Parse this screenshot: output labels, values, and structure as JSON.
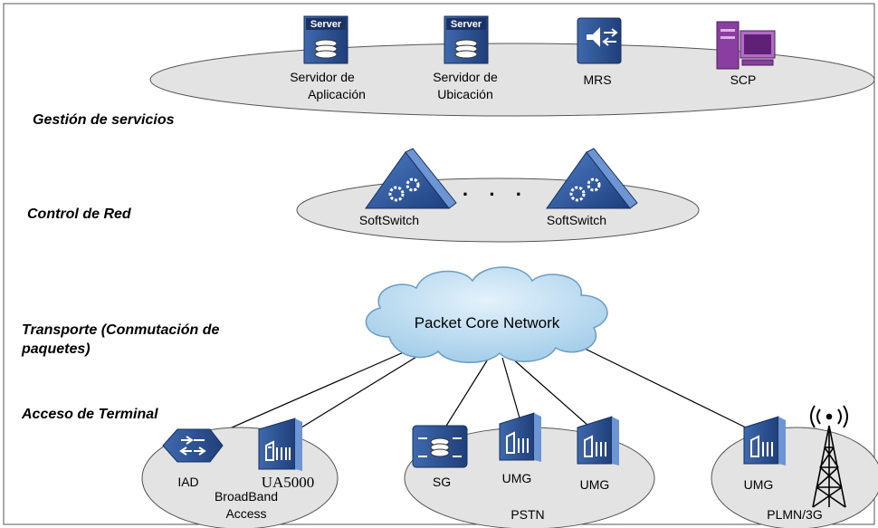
{
  "layers": {
    "services": "Gestión de servicios",
    "network_control": "Control de Red",
    "transport_line1": "Transporte (Conmutación de",
    "transport_line2": "paquetes)",
    "terminal_access": "Acceso de Terminal"
  },
  "services": {
    "app_server_badge": "Server",
    "app_server_line1": "Servidor de",
    "app_server_line2": "Aplicación",
    "loc_server_badge": "Server",
    "loc_server_line1": "Servidor de",
    "loc_server_line2": "Ubicación",
    "mrs": "MRS",
    "scp": "SCP"
  },
  "control": {
    "softswitch_1": "SoftSwitch",
    "softswitch_2": "SoftSwitch",
    "ellipsis": "· · ·"
  },
  "transport": {
    "cloud": "Packet Core Network"
  },
  "access": {
    "iad": "IAD",
    "ua5000": "UA5000",
    "broadband_line1": "BroadBand",
    "broadband_line2": "Access",
    "sg": "SG",
    "umg_pstn_1": "UMG",
    "umg_pstn_2": "UMG",
    "pstn": "PSTN",
    "umg_plmn": "UMG",
    "plmn": "PLMN/3G",
    "radio_waves": "((ı))"
  },
  "colors": {
    "ellipse_fill": "#e3e3e3",
    "cloud_fill": "#b8d9ef",
    "icon_blue": "#2b4f8f",
    "server_purple": "#8a3fa0"
  }
}
